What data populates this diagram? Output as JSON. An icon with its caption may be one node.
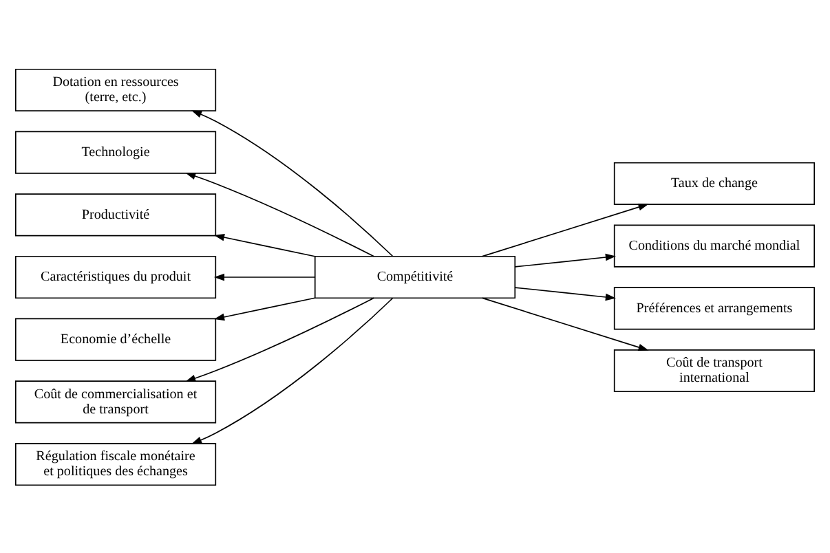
{
  "diagram": {
    "nodes": [
      {
        "text": [
          "Compétitivité"
        ]
      },
      {
        "text": [
          "Dotation en ressources (terre, etc.)"
        ]
      },
      {
        "text": [
          "Technologie"
        ]
      },
      {
        "text": [
          "Productivité"
        ]
      },
      {
        "text": [
          "Caractéristiques du produit"
        ]
      },
      {
        "text": [
          "Economie d’échelle"
        ]
      },
      {
        "text": [
          "Coût de commercialisation et de transport"
        ]
      },
      {
        "text": [
          "Régulation fiscale monétaire et politiques des échanges"
        ]
      },
      {
        "text": [
          "Taux de change"
        ]
      },
      {
        "text": [
          "Conditions du marché mondial"
        ]
      },
      {
        "text": [
          "Préférences et arrangements"
        ]
      },
      {
        "text": [
          "Coût de transport international"
        ]
      }
    ],
    "edges": [
      {
        "from": 0,
        "to": 1,
        "arrow": "to"
      },
      {
        "from": 0,
        "to": 2,
        "arrow": "to"
      },
      {
        "from": 0,
        "to": 3,
        "arrow": "to"
      },
      {
        "from": 0,
        "to": 4,
        "arrow": "to"
      },
      {
        "from": 0,
        "to": 5,
        "arrow": "to"
      },
      {
        "from": 0,
        "to": 6,
        "arrow": "to"
      },
      {
        "from": 0,
        "to": 7,
        "arrow": "to"
      },
      {
        "from": 0,
        "to": 8,
        "arrow": "to"
      },
      {
        "from": 0,
        "to": 9,
        "arrow": "to"
      },
      {
        "from": 0,
        "to": 10,
        "arrow": "to"
      },
      {
        "from": 0,
        "to": 11,
        "arrow": "to"
      }
    ]
  }
}
